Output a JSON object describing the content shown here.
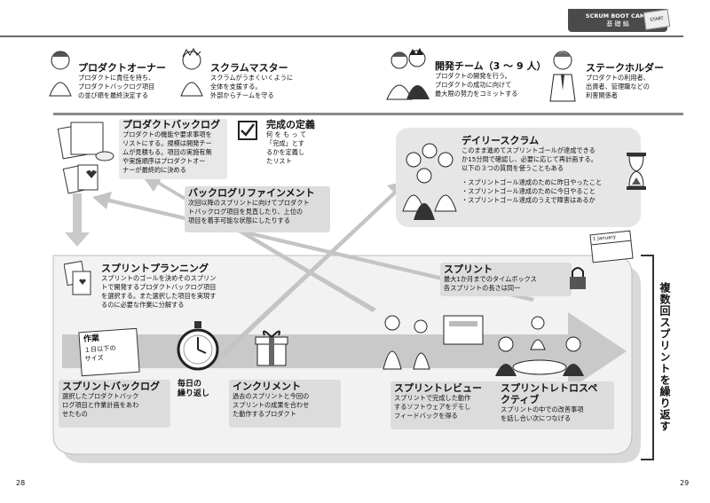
{
  "header": {
    "tag_line1": "SCRUM BOOT CAMP",
    "tag_line2": "基 礎 編",
    "start_label": "START"
  },
  "roles": [
    {
      "title": "プロダクトオーナー",
      "lines": [
        "プロダクトに責任を持ち、",
        "プロダクトバックログ項目",
        "の並び順を最終決定する"
      ]
    },
    {
      "title": "スクラムマスター",
      "lines": [
        "スクラムがうまくいくように",
        "全体を支援する。",
        "外部からチームを守る"
      ]
    },
    {
      "title": "開発チーム（3 ～ 9 人）",
      "lines": [
        "プロダクトの開発を行う。",
        "プロダクトの成功に向けて",
        "最大限の努力をコミットする"
      ]
    },
    {
      "title": "ステークホルダー",
      "lines": [
        "プロダクトの利用者、",
        "出資者、管理職などの",
        "利害関係者"
      ]
    }
  ],
  "product_backlog": {
    "title": "プロダクトバックログ",
    "lines": [
      "プロダクトの機能や要求事項を",
      "リストにする。規模は開発チー",
      "ムが見積もる。項目の実施有無",
      "や実施順序はプロダクトオー",
      "ナーが最終的に決める"
    ]
  },
  "definition_of_done": {
    "title": "完成の定義",
    "lines": [
      "何 を も っ て",
      "「完成」とす",
      "るかを定義し",
      "たリスト"
    ]
  },
  "daily_scrum": {
    "title": "デイリースクラム",
    "lines": [
      "このまま進めてスプリントゴールが達成できる",
      "か15分間で確認し、必要に応じて再計画する。",
      "以下の３つの質問を使うこともある"
    ],
    "bullets": [
      "・スプリントゴール達成のために昨日やったこと",
      "・スプリントゴール達成のために今日やること",
      "・スプリントゴール達成のうえで障害はあるか"
    ]
  },
  "refinement": {
    "title": "バックログリファインメント",
    "lines": [
      "次回以降のスプリントに向けてプロダクト",
      "トバックログ項目を見直したり、上位の",
      "項目を着手可能な状態にしたりする"
    ]
  },
  "sprint_planning": {
    "title": "スプリントプランニング",
    "lines": [
      "スプリントのゴールを決めそのスプリン",
      "トで開発するプロダクトバックログ項目",
      "を選択する。また選択した項目を実現す",
      "るのに必要な作業に分解する"
    ]
  },
  "sprint": {
    "title": "スプリント",
    "lines": [
      "最大1か月までのタイムボックス",
      "各スプリントの長さは同一"
    ]
  },
  "calendar_label": "1 January",
  "task_note": {
    "title": "作業",
    "lines": [
      "１日以下の",
      "サイズ"
    ]
  },
  "daily_repeat": [
    "毎日の",
    "繰り返し"
  ],
  "sprint_backlog": {
    "title": "スプリントバックログ",
    "lines": [
      "選択したプロダクトバック",
      "ログ項目と作業計画をあわ",
      "せたもの"
    ]
  },
  "increment": {
    "title": "インクリメント",
    "lines": [
      "過去のスプリントと今回の",
      "スプリントの成果を合わせ",
      "た動作するプロダクト"
    ]
  },
  "sprint_review": {
    "title": "スプリントレビュー",
    "lines": [
      "スプリントで完成した動作",
      "するソフトウェアをデモし",
      "フィードバックを得る"
    ]
  },
  "retrospective": {
    "title_lines": [
      "スプリントレトロスペ",
      "クティブ"
    ],
    "lines": [
      "スプリントの中での改善事項",
      "を話し合い次につなげる"
    ]
  },
  "repeat_label": "複数回スプリントを繰り返す",
  "page_left": "28",
  "page_right": "29",
  "colors": {
    "box_gray": "#e8e8e8",
    "arrow_gray": "#c8c8c8",
    "dark": "#444444"
  }
}
